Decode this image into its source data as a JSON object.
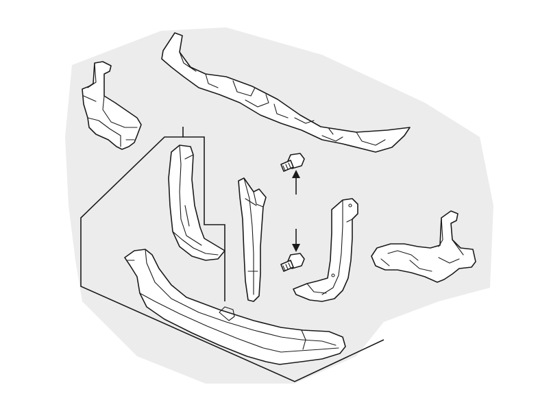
{
  "diagram": {
    "background": "#ffffff",
    "shadow_color": "#ececec",
    "line_color": "#1a1a1a",
    "parts": [
      "upper-tie-bar",
      "left-side-bracket",
      "left-upright-support",
      "center-support",
      "right-upright-support",
      "right-side-bracket",
      "lower-tie-bar",
      "bolt-upper",
      "bolt-lower"
    ]
  }
}
